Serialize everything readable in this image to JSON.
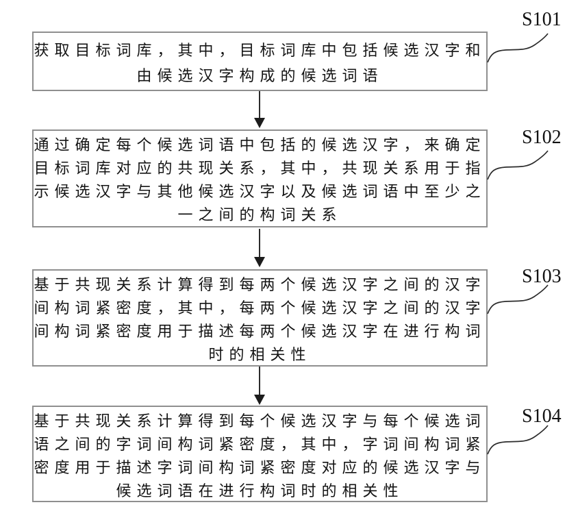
{
  "figure": {
    "type": "flowchart",
    "background": "#ffffff",
    "box_border_color": "#8f8f8f",
    "line_color": "#2b2b2b",
    "text_color": "#141414"
  },
  "steps": [
    {
      "id": "S101",
      "lines": [
        "获取目标词库，其中，目标词库中包括候选汉字和",
        "由候选汉字构成的候选词语"
      ]
    },
    {
      "id": "S102",
      "lines": [
        "通过确定每个候选词语中包括的候选汉字，来确定",
        "目标词库对应的共现关系，其中，共现关系用于指",
        "示候选汉字与其他候选汉字以及候选词语中至少之",
        "一之间的构词关系"
      ]
    },
    {
      "id": "S103",
      "lines": [
        "基于共现关系计算得到每两个候选汉字之间的汉字",
        "间构词紧密度，其中，每两个候选汉字之间的汉字",
        "间构词紧密度用于描述每两个候选汉字在进行构词",
        "时的相关性"
      ]
    },
    {
      "id": "S104",
      "lines": [
        "基于共现关系计算得到每个候选汉字与每个候选词",
        "语之间的字词间构词紧密度，其中，字词间构词紧",
        "密度用于描述字词间构词紧密度对应的候选汉字与",
        "候选词语在进行构词时的相关性"
      ]
    }
  ]
}
